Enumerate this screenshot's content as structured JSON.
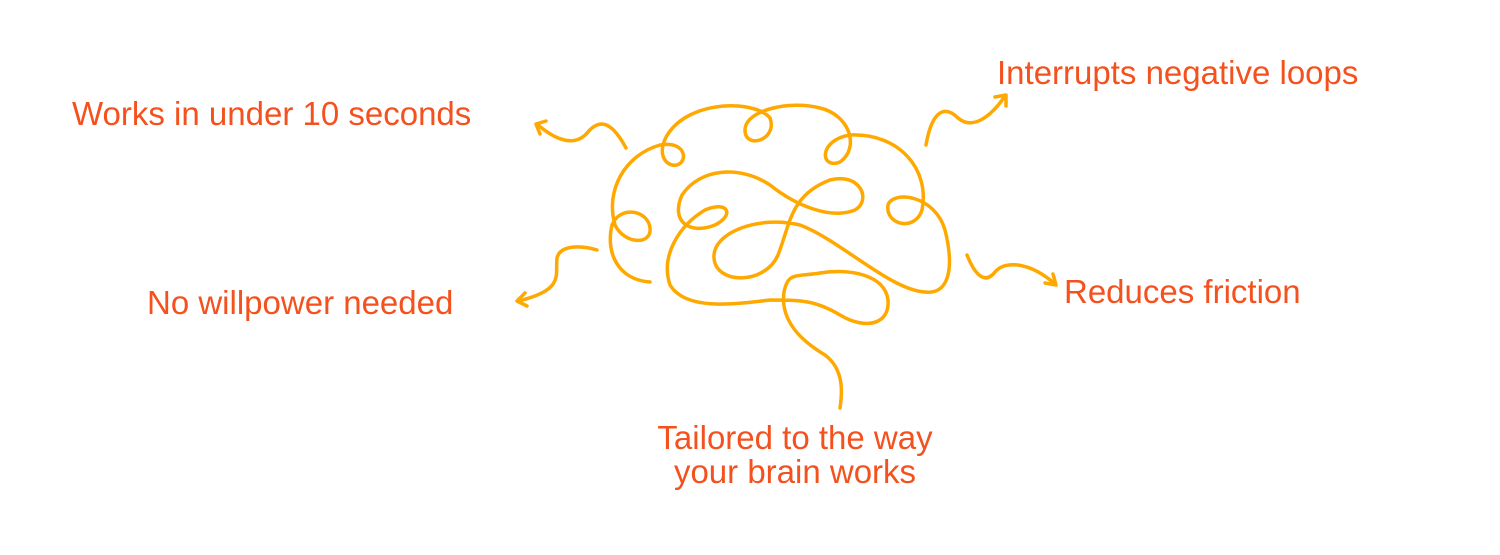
{
  "colors": {
    "text": "#F4511E",
    "stroke": "#FFA800"
  },
  "labels": {
    "works": "Works in under 10 seconds",
    "interrupts": "Interrupts negative loops",
    "willpower": "No willpower needed",
    "friction": "Reduces friction",
    "tailored_line1": "Tailored to the way",
    "tailored_line2": "your brain works"
  }
}
